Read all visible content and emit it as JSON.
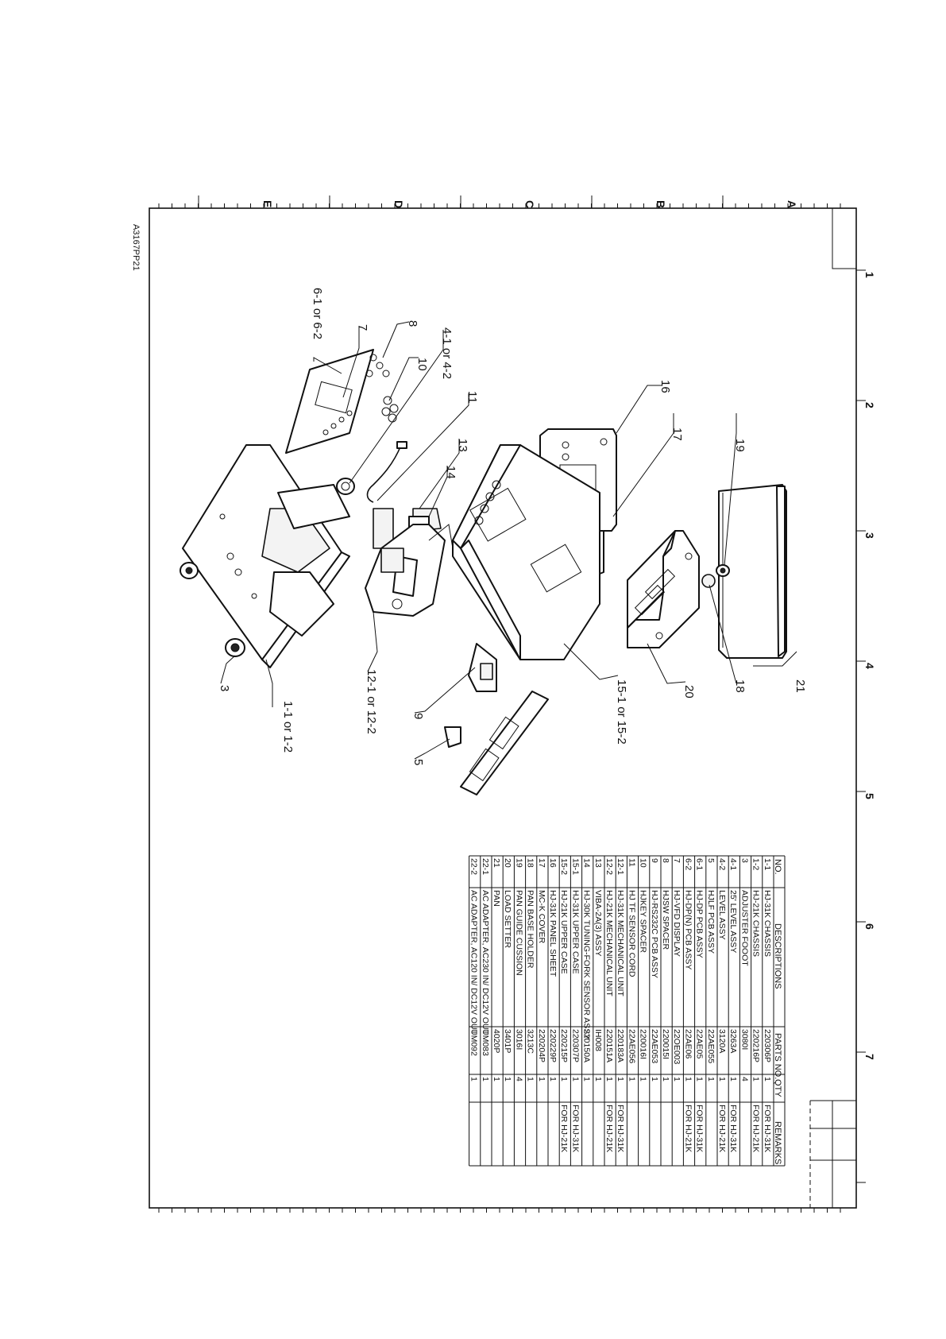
{
  "drawing": {
    "id": "A3167PP21",
    "zones_letters": [
      "A",
      "B",
      "C",
      "D",
      "E"
    ],
    "zones_numbers": [
      "1",
      "2",
      "3",
      "4",
      "5",
      "6",
      "7"
    ]
  },
  "callouts": [
    {
      "id": "c21",
      "text": "21"
    },
    {
      "id": "c19",
      "text": "19"
    },
    {
      "id": "c18",
      "text": "18"
    },
    {
      "id": "c17",
      "text": "17"
    },
    {
      "id": "c20",
      "text": "20"
    },
    {
      "id": "c16",
      "text": "16"
    },
    {
      "id": "c15",
      "text": "15-1 or 15-2"
    },
    {
      "id": "c13",
      "text": "13"
    },
    {
      "id": "c14",
      "text": "14"
    },
    {
      "id": "c11",
      "text": "11"
    },
    {
      "id": "c10",
      "text": "10"
    },
    {
      "id": "c8",
      "text": "8"
    },
    {
      "id": "c7",
      "text": "7"
    },
    {
      "id": "c6",
      "text": "6-1 or 6-2"
    },
    {
      "id": "c4",
      "text": "4-1 or 4-2"
    },
    {
      "id": "c12",
      "text": "12-1 or 12-2"
    },
    {
      "id": "c9",
      "text": "9"
    },
    {
      "id": "c5",
      "text": "5"
    },
    {
      "id": "c1",
      "text": "1-1 or 1-2"
    },
    {
      "id": "c3",
      "text": "3"
    }
  ],
  "parts_table": {
    "headers": {
      "no": "NO.",
      "desc": "DESCRIPTIONS",
      "part": "PARTS NO.",
      "qty": "QTY",
      "remarks": "REMARKS"
    },
    "rows": [
      {
        "no": "1-1",
        "desc": "HJ-31K CHASSIS",
        "part": "220306P",
        "qty": "1",
        "remarks": "FOR HJ-31K"
      },
      {
        "no": "1-2",
        "desc": "HJ-21K CHASSIS",
        "part": "220216P",
        "qty": "1",
        "remarks": "FOR HJ-21K"
      },
      {
        "no": "3",
        "desc": "ADJUSTER FOOOT",
        "part": "3080I",
        "qty": "4",
        "remarks": ""
      },
      {
        "no": "4-1",
        "desc": "25' LEVEL ASSY",
        "part": "3263A",
        "qty": "1",
        "remarks": "FOR HJ-31K"
      },
      {
        "no": "4-2",
        "desc": "LEVEL ASSY",
        "part": "3120A",
        "qty": "1",
        "remarks": "FOR HJ-21K"
      },
      {
        "no": "5",
        "desc": "HJLF PCB ASSY",
        "part": "22AE055",
        "qty": "1",
        "remarks": ""
      },
      {
        "no": "6-1",
        "desc": "HJ-DP PCB ASSY",
        "part": "22AE05",
        "qty": "1",
        "remarks": "FOR HJ-31K"
      },
      {
        "no": "6-2",
        "desc": "HJ-DP(N) PCB ASSY",
        "part": "22AE06",
        "qty": "1",
        "remarks": "FOR HJ-21K"
      },
      {
        "no": "7",
        "desc": "HJ-VFD DISPLAY",
        "part": "22OE003",
        "qty": "1",
        "remarks": ""
      },
      {
        "no": "8",
        "desc": "HJSW SPACER",
        "part": "220015I",
        "qty": "1",
        "remarks": ""
      },
      {
        "no": "9",
        "desc": "HJ-RS232C PCB ASSY",
        "part": "22AE053",
        "qty": "1",
        "remarks": ""
      },
      {
        "no": "10",
        "desc": "HJKEY SPACER",
        "part": "220016I",
        "qty": "1",
        "remarks": ""
      },
      {
        "no": "11",
        "desc": "HJ TF SENSOR CORD",
        "part": "22AE056",
        "qty": "1",
        "remarks": ""
      },
      {
        "no": "12-1",
        "desc": "HJ-31K MECHANICAL UNIT",
        "part": "220183A",
        "qty": "1",
        "remarks": "FOR HJ-31K"
      },
      {
        "no": "12-2",
        "desc": "HJ-21K MECHANICAL UNIT",
        "part": "220151A",
        "qty": "1",
        "remarks": "FOR HJ-21K"
      },
      {
        "no": "13",
        "desc": "VIBA-2A(3) ASSY",
        "part": "IH008",
        "qty": "1",
        "remarks": ""
      },
      {
        "no": "14",
        "desc": "HJ-30K TUNING-FORK SENSOR ASSY.",
        "part": "220150A",
        "qty": "1",
        "remarks": ""
      },
      {
        "no": "15-1",
        "desc": "HJ-31K UPPER CASE",
        "part": "220307P",
        "qty": "1",
        "remarks": "FOR HJ-31K"
      },
      {
        "no": "15-2",
        "desc": "HJ-21K UPPER CASE",
        "part": "220215P",
        "qty": "1",
        "remarks": "FOR HJ-21K"
      },
      {
        "no": "16",
        "desc": "HJ-31K PANEL SHEET",
        "part": "220229P",
        "qty": "1",
        "remarks": ""
      },
      {
        "no": "17",
        "desc": "MC-K COVER",
        "part": "220204P",
        "qty": "1",
        "remarks": ""
      },
      {
        "no": "18",
        "desc": "PAN BASE HOLDER",
        "part": "3213C",
        "qty": "1",
        "remarks": ""
      },
      {
        "no": "19",
        "desc": "PAN GUIDE CUSSION",
        "part": "3016I",
        "qty": "4",
        "remarks": ""
      },
      {
        "no": "20",
        "desc": "LOAD SETTER",
        "part": "3401P",
        "qty": "1",
        "remarks": ""
      },
      {
        "no": "21",
        "desc": "PAN",
        "part": "4020P",
        "qty": "1",
        "remarks": ""
      },
      {
        "no": "22-1",
        "desc": "AC ADAPTER, AC230 IN/ DC12V OUT",
        "part": "UM083",
        "qty": "1",
        "remarks": ""
      },
      {
        "no": "22-2",
        "desc": "AC ADAPTER, AC120 IN/ DC12V OUT",
        "part": "UM092",
        "qty": "1",
        "remarks": ""
      }
    ]
  }
}
